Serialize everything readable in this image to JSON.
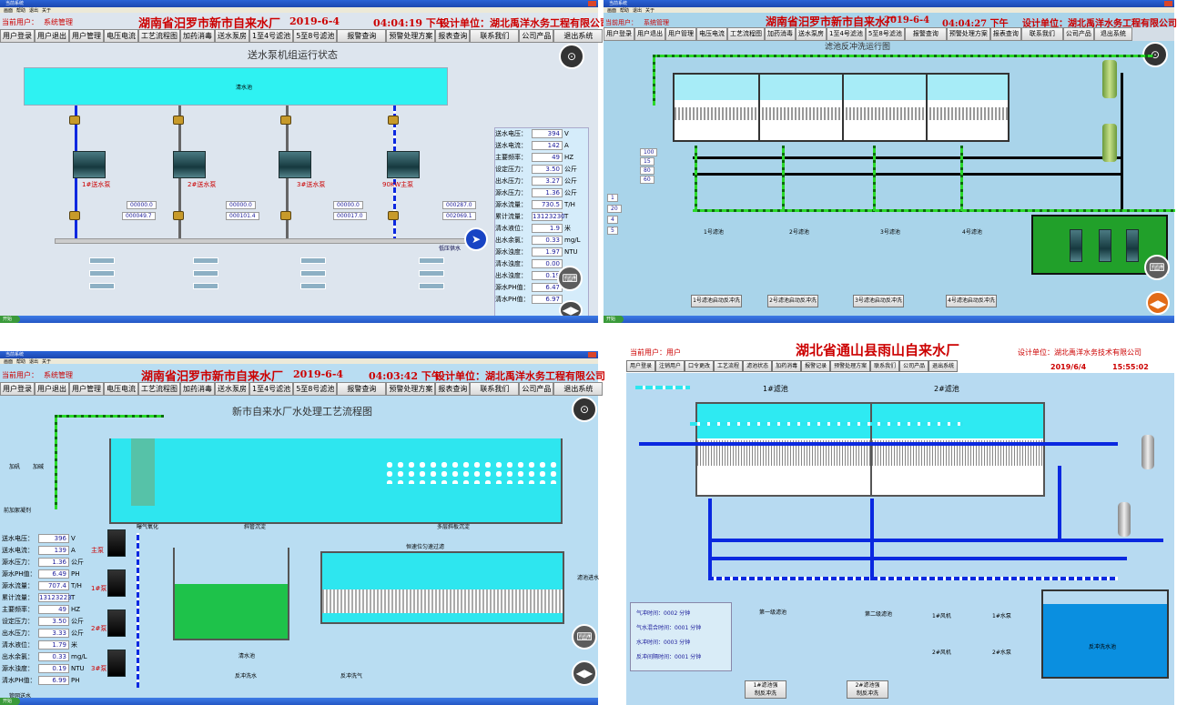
{
  "common": {
    "window_title": "当前系统",
    "menu": [
      "画面",
      "帮助",
      "退出",
      "关于"
    ],
    "user_label": "当前用户：",
    "user_name": "系统管理",
    "start_label": "开始",
    "nav": [
      "用户登录",
      "用户退出",
      "用户管理",
      "电压电流",
      "工艺流程图",
      "加药消毒",
      "送水泵房",
      "1至4号滤池",
      "5至8号滤池",
      "报警查询",
      "预警处理方案",
      "报表查询",
      "联系我们",
      "公司产品",
      "退出系统"
    ]
  },
  "panel1": {
    "title": "湖南省汨罗市新市自来水厂",
    "date": "2019-6-4",
    "time": "04:04:19 下午",
    "designer": "设计单位：湖北禹洋水务工程有限公司",
    "subtitle": "送水泵机组运行状态",
    "tank_label": "清水池",
    "pumps": [
      "1#送水泵",
      "2#送水泵",
      "3#送水泵",
      "90KW主泵"
    ],
    "counters": [
      {
        "a": "00000.0",
        "b": "000049.7"
      },
      {
        "a": "00000.0",
        "b": "000101.4"
      },
      {
        "a": "00000.0",
        "b": "000017.0"
      },
      {
        "a": "000287.0",
        "b": "002069.1"
      }
    ],
    "out_label": "低压供水",
    "readouts": [
      {
        "label": "送水电压：",
        "value": "394",
        "unit": "V"
      },
      {
        "label": "送水电流：",
        "value": "142",
        "unit": "A"
      },
      {
        "label": "主要频率：",
        "value": "49",
        "unit": "HZ"
      },
      {
        "label": "设定压力：",
        "value": "3.50",
        "unit": "公斤"
      },
      {
        "label": "出水压力：",
        "value": "3.27",
        "unit": "公斤"
      },
      {
        "label": "源水压力：",
        "value": "1.36",
        "unit": "公斤"
      },
      {
        "label": "源水流量：",
        "value": "730.5",
        "unit": "T/H"
      },
      {
        "label": "累计流量：",
        "value": "13123230",
        "unit": "T"
      },
      {
        "label": "清水液位：",
        "value": "1.9",
        "unit": "米"
      },
      {
        "label": "出水余氯：",
        "value": "0.33",
        "unit": "mg/L"
      },
      {
        "label": "源水浊度：",
        "value": "1.97",
        "unit": "NTU"
      },
      {
        "label": "清水浊度：",
        "value": "0.00",
        "unit": ""
      },
      {
        "label": "出水浊度：",
        "value": "0.19",
        "unit": ""
      },
      {
        "label": "源水PH值：",
        "value": "6.47",
        "unit": ""
      },
      {
        "label": "清水PH值：",
        "value": "6.97",
        "unit": ""
      }
    ]
  },
  "panel2": {
    "title": "湖南省汨罗市新市自来水厂",
    "date": "2019-6-4",
    "time": "04:04:27 下午",
    "designer": "设计单位：湖北禹洋水务工程有限公司",
    "subtitle": "滤池反冲洗运行图",
    "pools": [
      "1号滤池",
      "2号滤池",
      "3号滤池",
      "4号滤池"
    ],
    "buttons": [
      "1号滤池启动反冲洗",
      "2号滤池启动反冲洗",
      "3号滤池启动反冲洗",
      "4号滤池启动反冲洗"
    ],
    "left_values": [
      "1",
      "20",
      "4",
      "5"
    ],
    "param_values": [
      "100",
      "15",
      "80",
      "60"
    ]
  },
  "panel3": {
    "title": "湖南省汨罗市新市自来水厂",
    "date": "2019-6-4",
    "time": "04:03:42 下午",
    "designer": "设计单位：湖北禹洋水务工程有限公司",
    "subtitle": "新市自来水厂水处理工艺流程图",
    "labels": {
      "add_alum": "加矾",
      "add_alkali": "加碱",
      "pre_dose": "前加絮凝剂",
      "aeration": "曝气氧化",
      "sloped": "斜管沉淀",
      "multi": "多层斜板沉淀",
      "filter": "恒速位匀速过滤",
      "clear_pool": "清水池",
      "to_pump": "滤池进水",
      "out_water": "管网送水",
      "backwash": "反冲洗水",
      "air": "反冲洗气"
    },
    "pumps": [
      "主泵",
      "1#泵",
      "2#泵",
      "3#泵"
    ],
    "readouts": [
      {
        "label": "送水电压：",
        "value": "396",
        "unit": "V"
      },
      {
        "label": "送水电流：",
        "value": "139",
        "unit": "A"
      },
      {
        "label": "源水压力：",
        "value": "1.36",
        "unit": "公斤"
      },
      {
        "label": "源水PH值：",
        "value": "6.49",
        "unit": "PH"
      },
      {
        "label": "源水流量：",
        "value": "707.4",
        "unit": "T/H"
      },
      {
        "label": "累计流量：",
        "value": "13123223",
        "unit": "T"
      },
      {
        "label": "主要频率：",
        "value": "49",
        "unit": "HZ"
      },
      {
        "label": "设定压力：",
        "value": "3.50",
        "unit": "公斤"
      },
      {
        "label": "出水压力：",
        "value": "3.33",
        "unit": "公斤"
      },
      {
        "label": "清水液位：",
        "value": "1.79",
        "unit": "米"
      },
      {
        "label": "出水余氯：",
        "value": "0.33",
        "unit": "mg/L"
      },
      {
        "label": "源水浊度：",
        "value": "0.19",
        "unit": "NTU"
      },
      {
        "label": "清水PH值：",
        "value": "6.99",
        "unit": "PH"
      }
    ]
  },
  "panel4": {
    "user": "当前用户：用户",
    "title": "湖北省通山县雨山自来水厂",
    "designer": "设计单位：湖北禹洋水务技术有限公司",
    "date": "2019/6/4",
    "time": "15:55:02",
    "nav": [
      "用户登录",
      "注销用户",
      "口令更改",
      "工艺流程",
      "滤池状态",
      "加药消毒",
      "报警记录",
      "预警处理方案",
      "联系我们",
      "公司产品",
      "退出系统"
    ],
    "pools": [
      "1#滤池",
      "2#滤池"
    ],
    "times": [
      {
        "label": "气冲时间：0002 分钟"
      },
      {
        "label": "气水混合时间：0001 分钟"
      },
      {
        "label": "水冲时间：0003 分钟"
      },
      {
        "label": "反冲间隔时间：0001 分钟"
      }
    ],
    "sections": [
      "第一级滤池",
      "第二级滤池",
      "1#风机",
      "1#水泵",
      "2#风机",
      "2#水泵"
    ],
    "buttons": [
      "1#滤池强\n制反冲洗",
      "2#滤池强\n制反冲洗"
    ],
    "tank_label": "反冲洗水池"
  }
}
